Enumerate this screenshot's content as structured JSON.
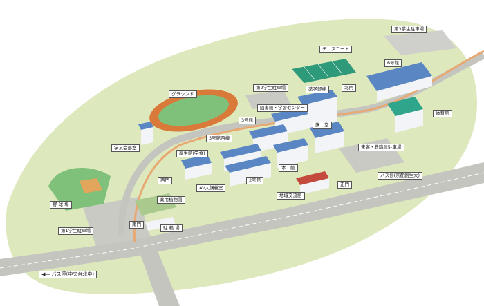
{
  "colors": {
    "campus_ground": "#dde8bd",
    "road": "#cfd0cb",
    "road_edge": "#9e9e98",
    "rail": "#e8a873",
    "field_green": "#7fc07a",
    "track": "#d97a3a",
    "building_blue": "#5b86c4",
    "building_white": "#f2f4f7",
    "tennis": "#2f9a7a",
    "gym_roof": "#2fa58c",
    "red_roof": "#c44a3d"
  },
  "labels": {
    "parking3": "第3学生駐車場",
    "tennis": "テニスコート",
    "bldg6": "6号館",
    "parking2": "第2学生駐車場",
    "yakugaku": "薬学部棟",
    "kitamon": "北門",
    "ground": "グラウンド",
    "library": "図書館・学習センター",
    "gym": "体育館",
    "bldg3": "3号館",
    "kodo": "講　堂",
    "bldg3west": "3号館西棟",
    "gakuyukai": "学友会部室",
    "kosei": "厚生館(学食)",
    "staff_parking": "来客・教職員駐車場",
    "honkan": "本　館",
    "nishimon": "西門",
    "avhall": "AV大講義室",
    "bldg2": "2号館",
    "busstop_right": "バス停(京都創生大)",
    "shomon": "正門",
    "yakuyo": "薬用植物園",
    "chiiki": "地域交流館",
    "yakyu": "野 球 場",
    "parking1": "第1学生駐車場",
    "minamimon": "南門",
    "churinjo": "駐 輪 場",
    "busstop_left": "バス停(中央台北中)"
  }
}
